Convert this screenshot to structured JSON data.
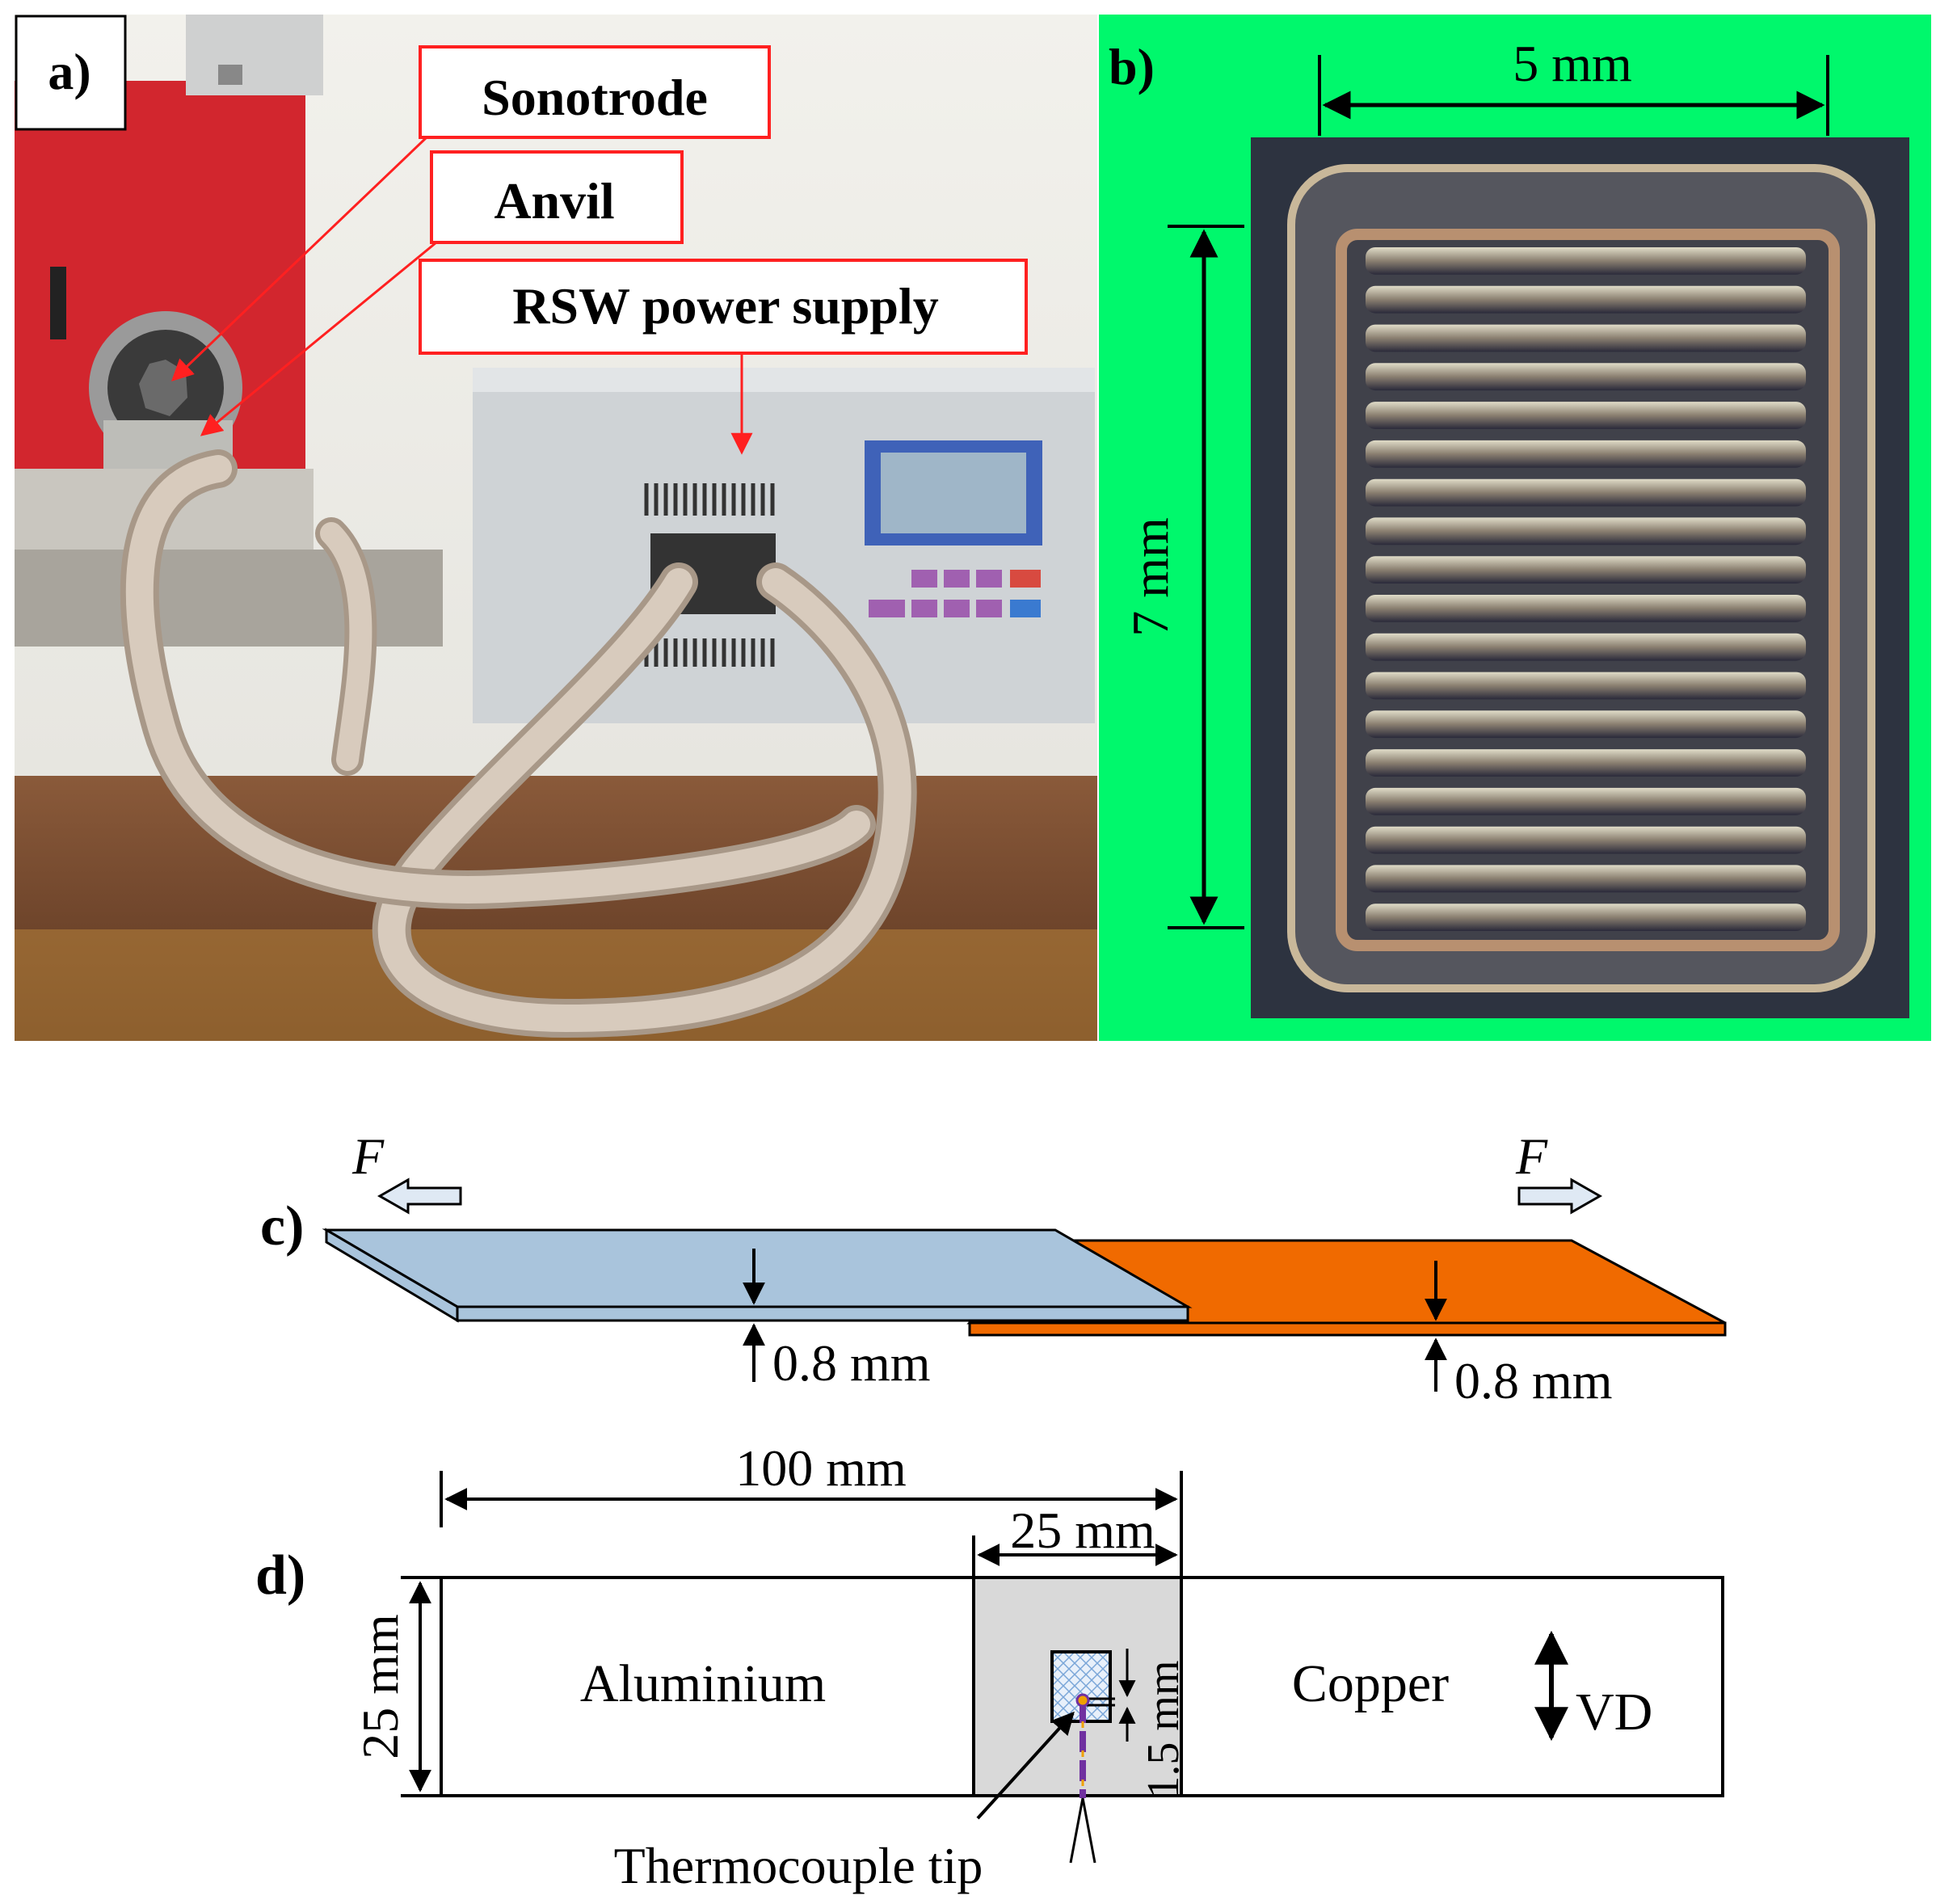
{
  "panel_a": {
    "label": "a)",
    "callouts": [
      "Sonotrode",
      "Anvil",
      "RSW power supply"
    ]
  },
  "panel_b": {
    "label": "b)",
    "width_dim": "5 mm",
    "height_dim": "7 mm"
  },
  "panel_c": {
    "label": "c)",
    "force_left": "F",
    "force_right": "F",
    "thickness_left": "0.8 mm",
    "thickness_right": "0.8 mm"
  },
  "panel_d": {
    "label": "d)",
    "length_dim": "100 mm",
    "overlap_dim": "25 mm",
    "width_dim": "25 mm",
    "thermocouple_dim": "1.5 mm",
    "aluminium_label": "Aluminium",
    "copper_label": "Copper",
    "vd_label": "VD",
    "thermocouple_label": "Thermocouple tip"
  },
  "colors": {
    "aluminium_sheet": "#a9c4dc",
    "copper_sheet": "#f06a00",
    "callout_red": "#ff2020",
    "panel_b_background": "#00f86c",
    "overlap_gray": "#d9d9d9"
  }
}
